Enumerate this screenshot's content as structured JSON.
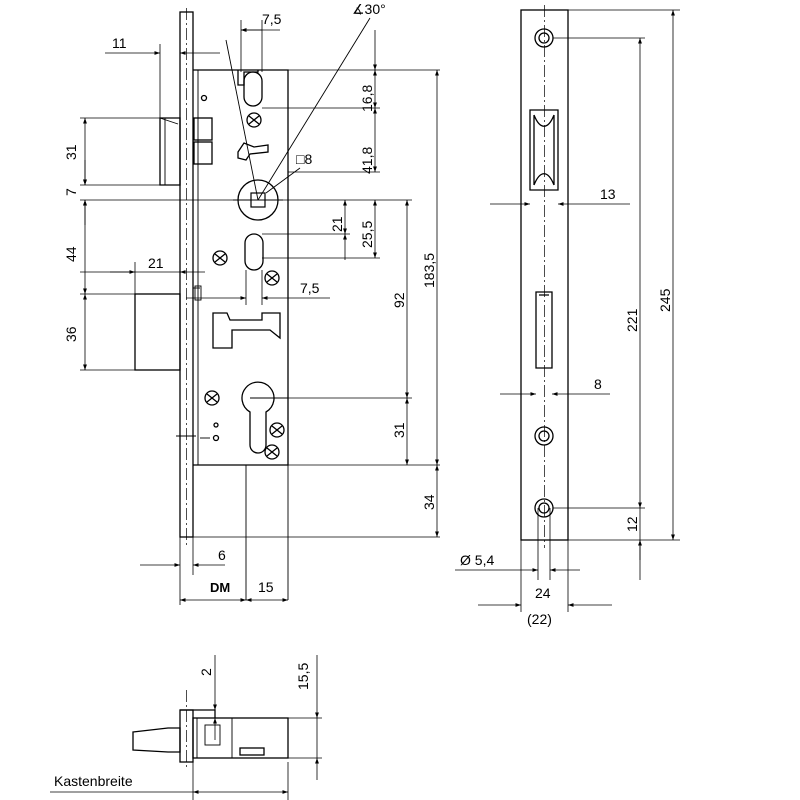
{
  "angle": "∡30°",
  "square": "□8",
  "brand": "DM",
  "box_width_label": "Kastenbreite",
  "hole_diameter": "Ø 5,4",
  "dims": {
    "d7_5_top": "7,5",
    "d11": "11",
    "d16_8": "16,8",
    "d31_top": "31",
    "d41_8": "41,8",
    "d7": "7",
    "d21_v": "21",
    "d25_5": "25,5",
    "d44": "44",
    "d21_h": "21",
    "d7_5_mid": "7,5",
    "d183_5": "183,5",
    "d92": "92",
    "d36": "36",
    "d31_low": "31",
    "d34": "34",
    "d6": "6",
    "d15": "15",
    "d13": "13",
    "d221": "221",
    "d245": "245",
    "d8": "8",
    "d12": "12",
    "d24": "24",
    "d22": "(22)",
    "d2": "2",
    "d15_5": "15,5"
  }
}
